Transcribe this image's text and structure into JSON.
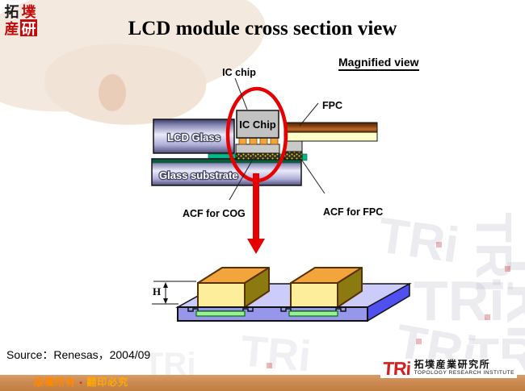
{
  "slide": {
    "title": "LCD module cross section view",
    "magnified_view_label": "Magnified view",
    "source_text": "Source：Renesas，2004/09"
  },
  "copyright": {
    "left": "版權所有",
    "sep": "▪",
    "right": "翻印必究"
  },
  "corner_logo": {
    "chars": [
      "拓",
      "墣",
      "産",
      "研"
    ]
  },
  "tri_logo": {
    "mark": "TRi",
    "chinese": "拓墣産業研究所",
    "english": "TOPOLOGY RESEARCH INSTITUTE"
  },
  "watermark": {
    "text": "TRi"
  },
  "diagram": {
    "labels": {
      "ic_chip_callout": "IC chip",
      "ic_chip_box": "IC Chip",
      "fpc": "FPC",
      "lcd_glass": "LCD Glass",
      "glass_substrate": "Glass substrate",
      "acf_cog": "ACF for COG",
      "acf_fpc": "ACF for FPC",
      "height_label": "H"
    }
  },
  "colors": {
    "chip_gray": "#c2c2c2",
    "cog_bar_gray": "#c9c9c9",
    "bump_orange": "#f2a53c",
    "acf_bg": "#2e2e2e",
    "acf_dot": "#ffd800",
    "fpc_cream": "#ffffc8",
    "fpc_brown": "#a0521e",
    "green_strip": "#00bb88",
    "ellipse_red": "#e60000",
    "arrow_red": "#e60000",
    "platform_top": "#ccccfa",
    "platform_front": "#9696ea",
    "platform_side": "#5050f0",
    "box_front": "#fcee9a",
    "box_top": "#f2a53c",
    "box_side": "#8a7a10",
    "pad_green": "#98f098",
    "bar_bg": "#cd8c55",
    "tri_red": "#d42020",
    "copyright_left_color": "#ff8800",
    "copyright_sep_color": "#e03010",
    "copyright_right_color": "#ffaa00"
  }
}
